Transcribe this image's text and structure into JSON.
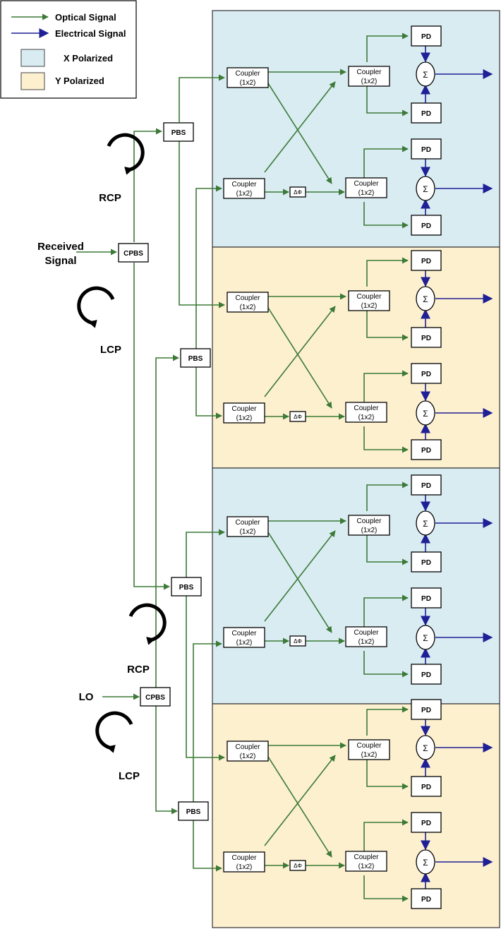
{
  "legend": {
    "optical_label": "Optical Signal",
    "electrical_label": "Electrical Signal",
    "x_label": "X Polarized",
    "y_label": "Y Polarized"
  },
  "colors": {
    "optical": "#3c7a37",
    "electrical": "#1f1f96",
    "x_fill": "#d9ecf2",
    "y_fill": "#fdf0cf",
    "panel_stroke": "#333333"
  },
  "inputs": {
    "received": [
      "Received",
      "Signal"
    ],
    "lo": "LO",
    "rcp": "RCP",
    "lcp": "LCP"
  },
  "blocks": {
    "cpbs": "CPBS",
    "pbs": "PBS",
    "coupler": [
      "Coupler",
      "(1x2)"
    ],
    "phase_shifter": "ΔΦ",
    "pd": "PD",
    "sum": "Σ"
  },
  "panels": [
    {
      "polarization": "X"
    },
    {
      "polarization": "Y"
    },
    {
      "polarization": "X"
    },
    {
      "polarization": "Y"
    }
  ]
}
